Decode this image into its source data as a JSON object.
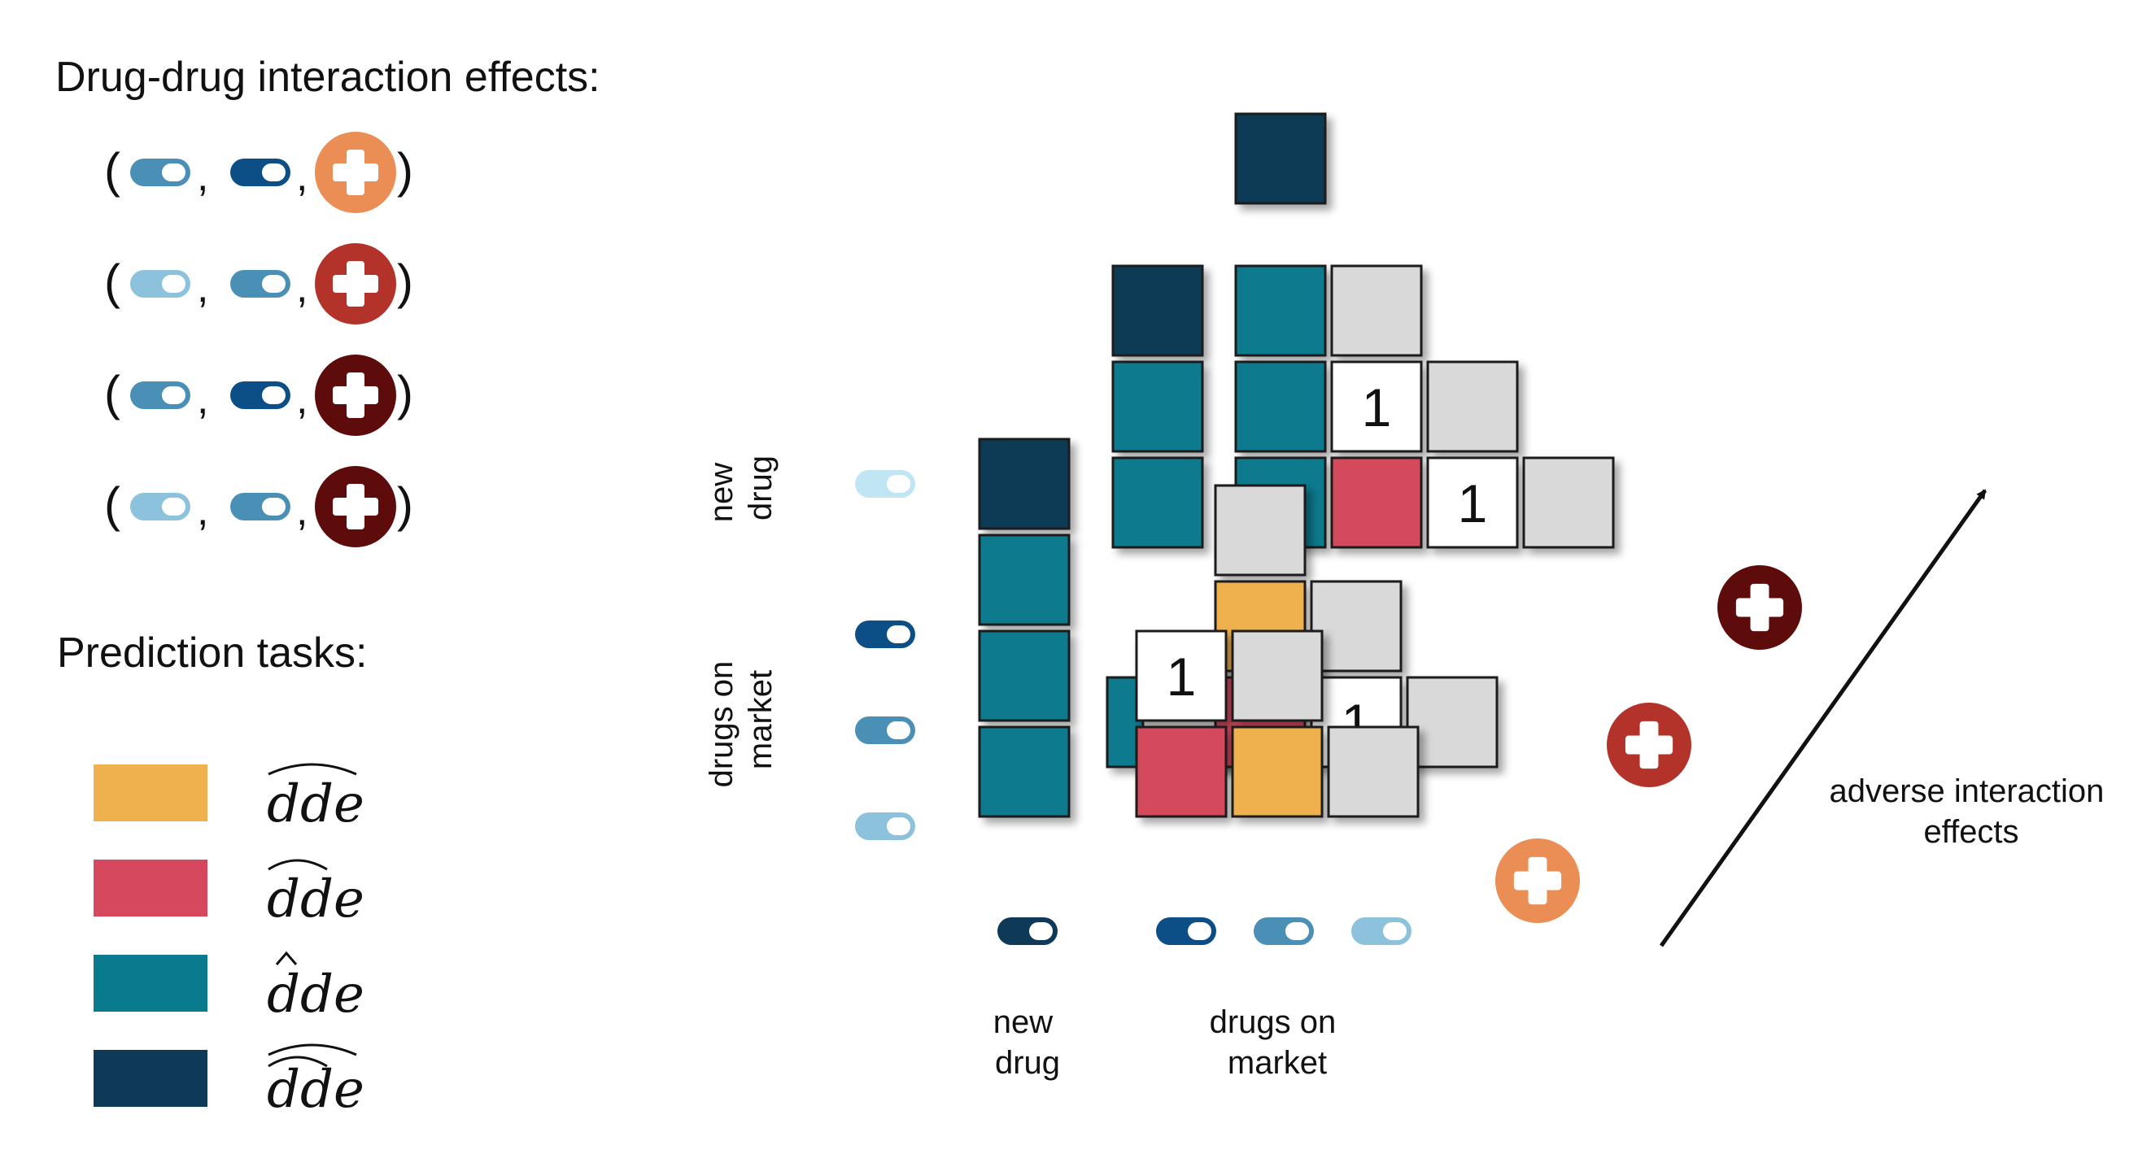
{
  "headings": {
    "effects": "Drug-drug interaction effects:",
    "tasks": "Prediction tasks:"
  },
  "colors": {
    "effect_orange": "#ea8e55",
    "effect_red": "#b3322a",
    "effect_dark": "#5e0b0b",
    "task_orange": "#eeb14e",
    "task_red": "#d5485d",
    "task_teal": "#0a7a8e",
    "task_navy": "#0e3a57",
    "cell_gray": "#d9d9d9",
    "cell_white": "#ffffff",
    "pill_navy": "#0e3a57",
    "pill_blue": "#0b4f86",
    "pill_mid": "#4a8fb6",
    "pill_light": "#8cc2db",
    "pill_pale": "#bfe6f2"
  },
  "effects": [
    {
      "pill_a": "pill_mid",
      "pill_b": "pill_blue",
      "effect": "effect_orange"
    },
    {
      "pill_a": "pill_light",
      "pill_b": "pill_mid",
      "effect": "effect_red"
    },
    {
      "pill_a": "pill_mid",
      "pill_b": "pill_blue",
      "effect": "effect_dark"
    },
    {
      "pill_a": "pill_light",
      "pill_b": "pill_mid",
      "effect": "effect_dark"
    }
  ],
  "legend": [
    {
      "color": "task_orange",
      "label": "dde",
      "hat": "wide"
    },
    {
      "color": "task_red",
      "label": "dde",
      "hat": "dd"
    },
    {
      "color": "task_teal",
      "label": "dde",
      "hat": "d"
    },
    {
      "color": "task_navy",
      "label": "dde",
      "hat": "double"
    }
  ],
  "axis_labels": {
    "row_new_drug": "new drug",
    "row_market": "drugs on market",
    "col_new_drug": "new drug",
    "col_market": "drugs on market",
    "arrow_label": "adverse interaction effects"
  },
  "tensor": {
    "row_pills": [
      "pill_pale",
      "pill_blue",
      "pill_mid",
      "pill_light"
    ],
    "col_pills": [
      "pill_navy",
      "pill_blue",
      "pill_mid",
      "pill_light"
    ],
    "layer_effects": [
      "effect_orange",
      "effect_red",
      "effect_dark"
    ],
    "cells": [
      {
        "layer": 2,
        "row": -1,
        "col": 0,
        "color": "task_navy",
        "value": ""
      },
      {
        "layer": 2,
        "row": 0,
        "col": -1,
        "color": "task_navy",
        "value": ""
      },
      {
        "layer": 2,
        "row": 0,
        "col": 0,
        "color": "task_teal",
        "value": ""
      },
      {
        "layer": 2,
        "row": 0,
        "col": 1,
        "color": "cell_gray",
        "value": ""
      },
      {
        "layer": 2,
        "row": 1,
        "col": -1,
        "color": "task_teal",
        "value": ""
      },
      {
        "layer": 2,
        "row": 1,
        "col": 0,
        "color": "task_teal",
        "value": ""
      },
      {
        "layer": 2,
        "row": 1,
        "col": 1,
        "color": "cell_white",
        "value": "1"
      },
      {
        "layer": 2,
        "row": 1,
        "col": 2,
        "color": "cell_gray",
        "value": ""
      },
      {
        "layer": 2,
        "row": 2,
        "col": -1,
        "color": "task_teal",
        "value": ""
      },
      {
        "layer": 2,
        "row": 2,
        "col": 0,
        "color": "task_teal",
        "value": ""
      },
      {
        "layer": 2,
        "row": 2,
        "col": 1,
        "color": "task_red",
        "value": ""
      },
      {
        "layer": 2,
        "row": 2,
        "col": 2,
        "color": "cell_white",
        "value": "1"
      },
      {
        "layer": 2,
        "row": 2,
        "col": 3,
        "color": "cell_gray",
        "value": ""
      },
      {
        "layer": 1,
        "row": 1,
        "col": 1,
        "color": "cell_gray",
        "value": ""
      },
      {
        "layer": 1,
        "row": 2,
        "col": 1,
        "color": "task_orange",
        "value": ""
      },
      {
        "layer": 1,
        "row": 2,
        "col": 2,
        "color": "cell_gray",
        "value": ""
      },
      {
        "layer": 1,
        "row": 3,
        "col": -1,
        "color": "task_teal",
        "value": ""
      },
      {
        "layer": 1,
        "row": 3,
        "col": 0,
        "color": "cell_gray",
        "value": ""
      },
      {
        "layer": 1,
        "row": 3,
        "col": 1,
        "color": "task_red",
        "value": ""
      },
      {
        "layer": 1,
        "row": 3,
        "col": 2,
        "color": "cell_white",
        "value": "1"
      },
      {
        "layer": 1,
        "row": 3,
        "col": 3,
        "color": "cell_gray",
        "value": ""
      },
      {
        "layer": 0,
        "row": 0,
        "col": 0,
        "color": "task_navy",
        "value": ""
      },
      {
        "layer": 0,
        "row": 1,
        "col": 0,
        "color": "task_teal",
        "value": ""
      },
      {
        "layer": 0,
        "row": 2,
        "col": 0,
        "color": "task_teal",
        "value": ""
      },
      {
        "layer": 0,
        "row": 2,
        "col": 1,
        "color": "cell_white",
        "value": "1"
      },
      {
        "layer": 0,
        "row": 2,
        "col": 2,
        "color": "cell_gray",
        "value": ""
      },
      {
        "layer": 0,
        "row": 3,
        "col": 0,
        "color": "task_teal",
        "value": ""
      },
      {
        "layer": 0,
        "row": 3,
        "col": 1,
        "color": "task_red",
        "value": ""
      },
      {
        "layer": 0,
        "row": 3,
        "col": 2,
        "color": "task_orange",
        "value": ""
      },
      {
        "layer": 0,
        "row": 3,
        "col": 3,
        "color": "cell_gray",
        "value": ""
      }
    ]
  }
}
